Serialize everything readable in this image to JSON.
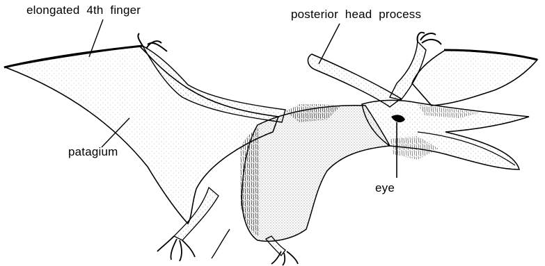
{
  "diagram": {
    "labels": {
      "elongated_finger": "elongated  4th  finger",
      "posterior_head": "posterior  head  process",
      "patagium": "patagium",
      "eye": "eye"
    }
  }
}
